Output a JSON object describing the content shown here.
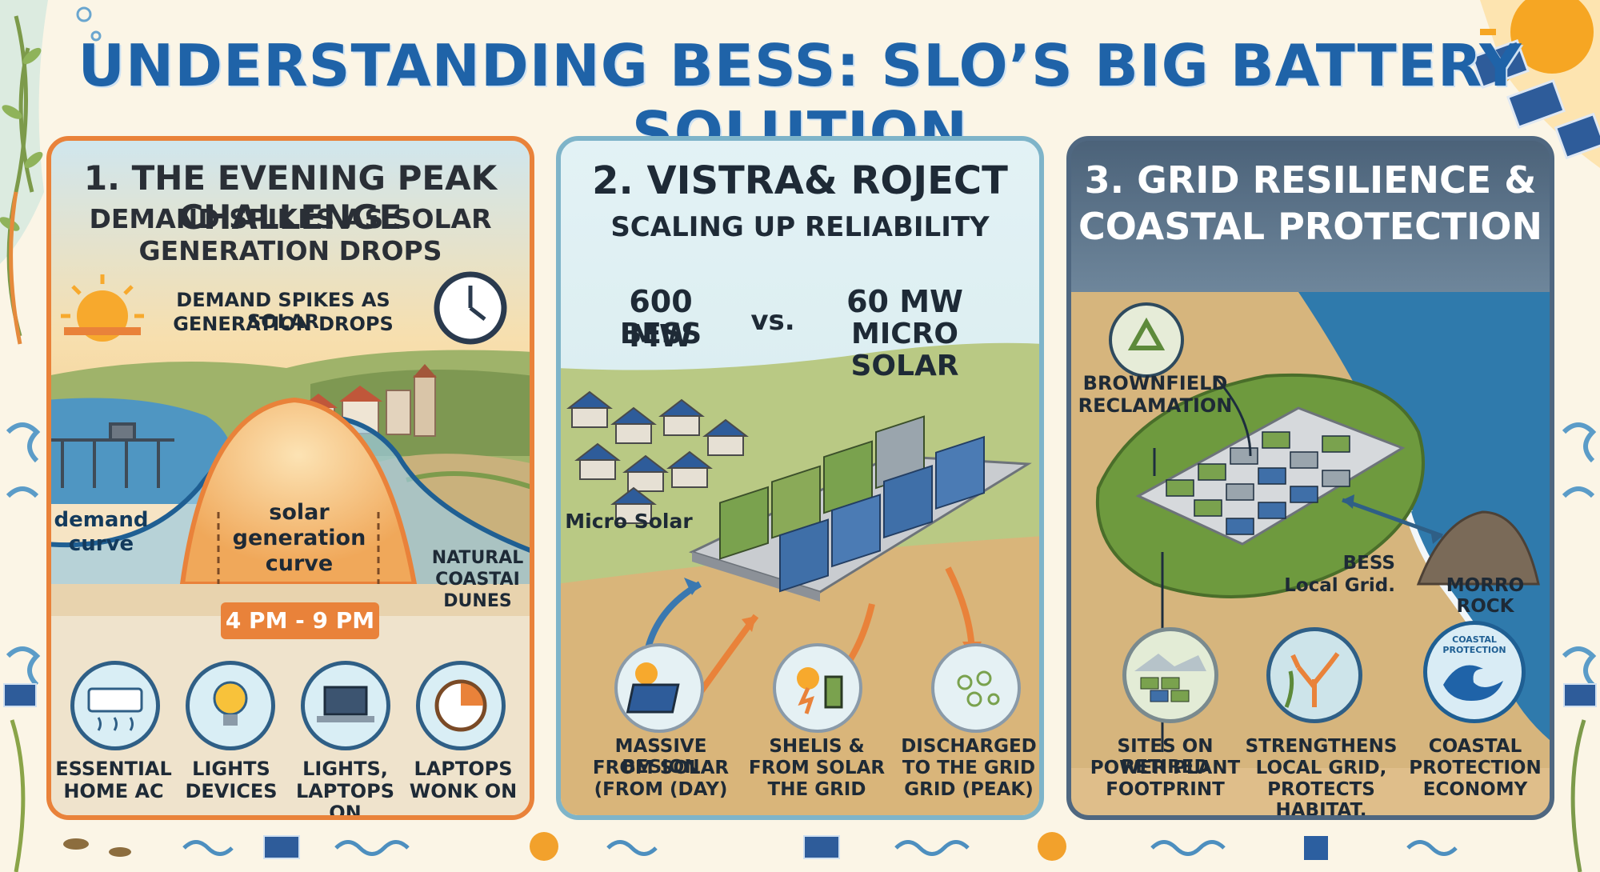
{
  "title": "UNDERSTANDING BESS: SLO’S BIG BATTERY SOLUTION",
  "colors": {
    "title": "#1f63a8",
    "panel1_border": "#e9823a",
    "panel2_border": "#7eb4c9",
    "panel3_border": "#4f6780",
    "peak_badge": "#e9823a"
  },
  "panel1": {
    "heading": "1. THE EVENING PEAK CHALLENGE",
    "subheading_line1": "DEMAND SPIKES AS SOLAR",
    "subheading_line2": "GENERATION DROPS",
    "caption_line1": "DEMAND SPIKES AS SOLAR",
    "caption_line2": "GENERATION DROPS",
    "demand_curve_line1": "demand",
    "demand_curve_line2": "curve",
    "solar_curve_line1": "solar",
    "solar_curve_line2": "generation",
    "solar_curve_line3": "curve",
    "peak_window": "4 PM - 9 PM",
    "dunes_line1": "NATURAL",
    "dunes_line2": "COASTAI",
    "dunes_line3": "DUNES",
    "icons": [
      {
        "icon": "air-conditioner-icon",
        "line1": "ESSENTIAL",
        "line2": "HOME AC"
      },
      {
        "icon": "light-bulb-icon",
        "line1": "LIGHTS",
        "line2": "DEVICES"
      },
      {
        "icon": "laptop-icon",
        "line1": "LIGHTS,",
        "line2": "LAPTOPS ON"
      },
      {
        "icon": "clock-icon",
        "line1": "LAPTOPS",
        "line2": "WONK ON"
      }
    ]
  },
  "panel2": {
    "heading": "2. VISTRA& ROJECT",
    "subheading": "SCALING UP RELIABILITY",
    "left_stat_line1": "600 MW",
    "left_stat_line2": "BESS",
    "vs": "vs.",
    "right_stat_line1": "60 MW",
    "right_stat_line2": "MICRO SOLAR",
    "micro_solar_label": "Micro Solar",
    "icons": [
      {
        "icon": "solar-panel-sun-icon",
        "line1": "MASSIVE BESION",
        "line2": "FROM SOLAR",
        "line3": "(FROM (DAY)"
      },
      {
        "icon": "battery-charge-icon",
        "line1": "SHELIS &",
        "line2": "FROM SOLAR",
        "line3": "THE GRID"
      },
      {
        "icon": "grid-discharge-icon",
        "line1": "DISCHARGED",
        "line2": "TO THE GRID",
        "line3": "GRID (PEAK)"
      }
    ]
  },
  "panel3": {
    "heading_line1": "3. GRID RESILIENCE &",
    "heading_line2": "COASTAL PROTECTION",
    "brownfield_line1": "BROWNFIELD",
    "brownfield_line2": "RECLAMATION",
    "bess_line1": "BESS",
    "bess_line2": "Local Grid.",
    "morro_rock": "MORRO ROCK",
    "badge_text": "COASTAL PROTECTION",
    "icons": [
      {
        "icon": "power-plant-site-icon",
        "line1": "SITES ON RETIRED",
        "line2": "POWER PLANT",
        "line3": "FOOTPRINT"
      },
      {
        "icon": "coral-habitat-icon",
        "line1": "STRENGTHENS",
        "line2": "LOCAL GRID,",
        "line3": "PROTECTS HABITAT."
      },
      {
        "icon": "coastal-wave-icon",
        "line1": "COASTAL",
        "line2": "PROTECTION",
        "line3": "ECONOMY"
      }
    ]
  }
}
